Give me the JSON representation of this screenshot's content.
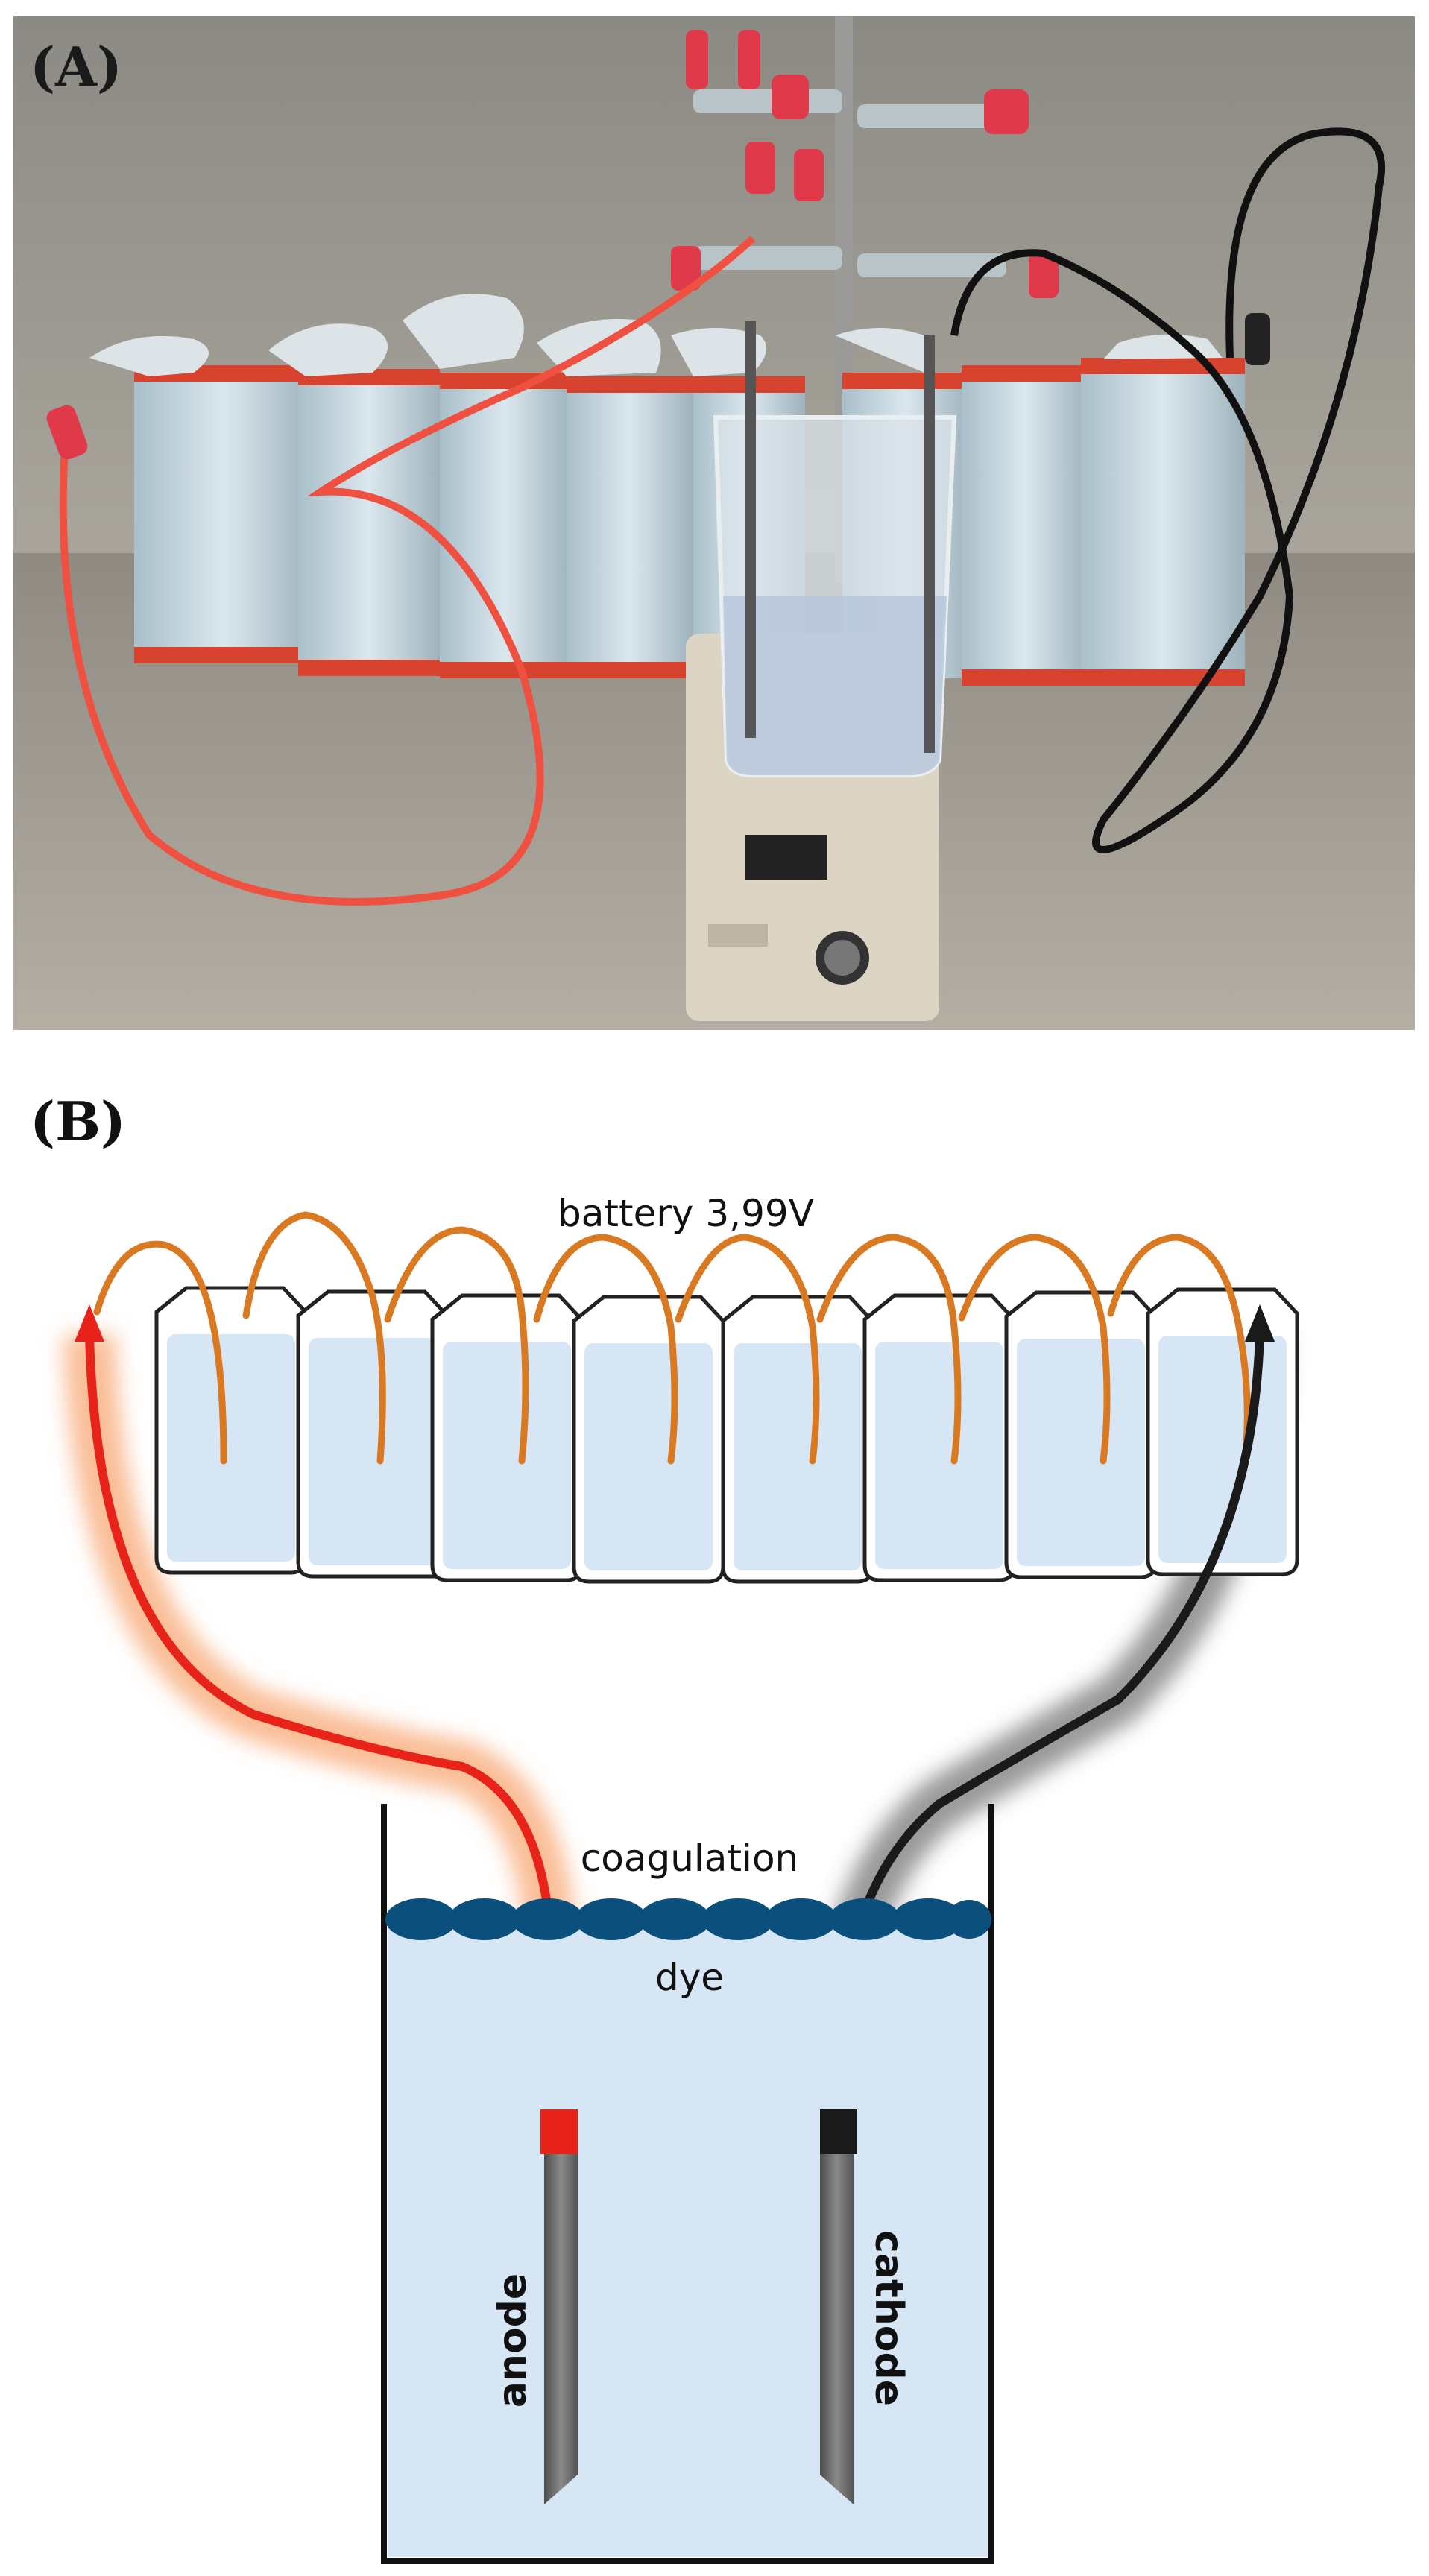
{
  "panels": {
    "a_label": "(A)",
    "b_label": "(B)"
  },
  "diagram": {
    "battery_label": "battery 3,99V",
    "coagulation_label": "coagulation",
    "dye_label": "dye",
    "anode_label": "anode",
    "cathode_label": "cathode",
    "can_count": 8
  },
  "colors": {
    "anode_wire": "#e8241a",
    "cathode_wire": "#1a1a1a",
    "copper_wire": "#d97a22",
    "liquid": "#d6e6f5",
    "coagulation_layer": "#0b4f7c",
    "electrode": "#6b6b6b"
  }
}
